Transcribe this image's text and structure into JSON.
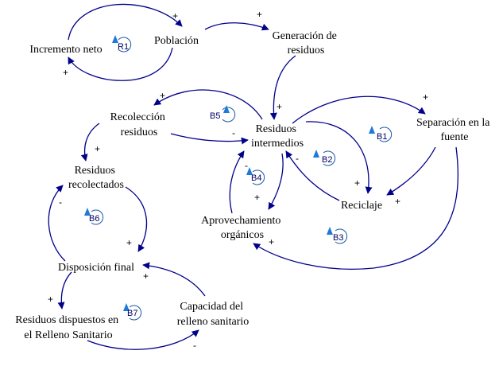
{
  "nodes": {
    "incremento_neto": {
      "lines": [
        "Incremento neto"
      ]
    },
    "poblacion": {
      "lines": [
        "Población"
      ]
    },
    "generacion_residuos": {
      "lines": [
        "Generación de",
        "residuos"
      ]
    },
    "recoleccion_residuos": {
      "lines": [
        "Recolección",
        "residuos"
      ]
    },
    "residuos_intermedios": {
      "lines": [
        "Residuos",
        "intermedios"
      ]
    },
    "separacion_fuente": {
      "lines": [
        "Separación en la",
        "fuente"
      ]
    },
    "residuos_recolectados": {
      "lines": [
        "Residuos",
        "recolectados"
      ]
    },
    "reciclaje": {
      "lines": [
        "Reciclaje"
      ]
    },
    "aprovechamiento_organicos": {
      "lines": [
        "Aprovechamiento",
        "orgánicos"
      ]
    },
    "disposicion_final": {
      "lines": [
        "Disposición final"
      ]
    },
    "residuos_relleno": {
      "lines": [
        "Residuos dispuestos en",
        "el Relleno Sanitario"
      ]
    },
    "capacidad_relleno": {
      "lines": [
        "Capacidad del",
        "relleno sanitario"
      ]
    }
  },
  "loops": {
    "r1": "R1",
    "b1": "B1",
    "b2": "B2",
    "b3": "B3",
    "b4": "B4",
    "b5": "B5",
    "b6": "B6",
    "b7": "B7"
  },
  "signs": {
    "incremento_to_poblacion": "+",
    "poblacion_to_incremento": "+",
    "poblacion_to_generacion": "+",
    "generacion_to_intermedios": "+",
    "intermedios_to_recoleccion": "+",
    "recoleccion_to_intermedios": "-",
    "recoleccion_to_recolectados": "+",
    "intermedios_to_separacion": "+",
    "separacion_to_reciclaje": "+",
    "separacion_to_aprovechamiento": "+",
    "intermedios_to_reciclaje": "+",
    "reciclaje_to_intermedios": "-",
    "intermedios_to_aprovechamiento": "+",
    "aprovechamiento_to_intermedios": "-",
    "recolectados_to_disposicion": "+",
    "disposicion_to_recolectados": "-",
    "disposicion_to_relleno": "+",
    "relleno_to_capacidad": "-",
    "capacidad_to_disposicion": "+"
  },
  "colors": {
    "link": "#00008b",
    "loop_marker": "#1e7ad6",
    "text": "#000000"
  }
}
